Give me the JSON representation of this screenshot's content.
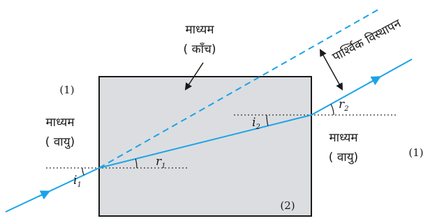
{
  "colors": {
    "ray": "#1aa3e8",
    "glass_fill": "#dcdde0",
    "glass_stroke": "#1a1a1a",
    "text": "#1a1a1a",
    "normal": "#333333"
  },
  "labels": {
    "glass_medium": "माध्यम",
    "glass_name": "( काँच)",
    "lateral_shift": "पार्श्विक  विस्थापन",
    "left_index": "(1)",
    "left_medium": "माध्यम",
    "left_name": "( वायु)",
    "right_medium": "माध्यम",
    "right_name": "( वायु)",
    "right_index": "(1)",
    "glass_index": "(2)",
    "angle_i": "i",
    "sub_1": "1",
    "angle_r": "r",
    "sub_2": "2"
  }
}
